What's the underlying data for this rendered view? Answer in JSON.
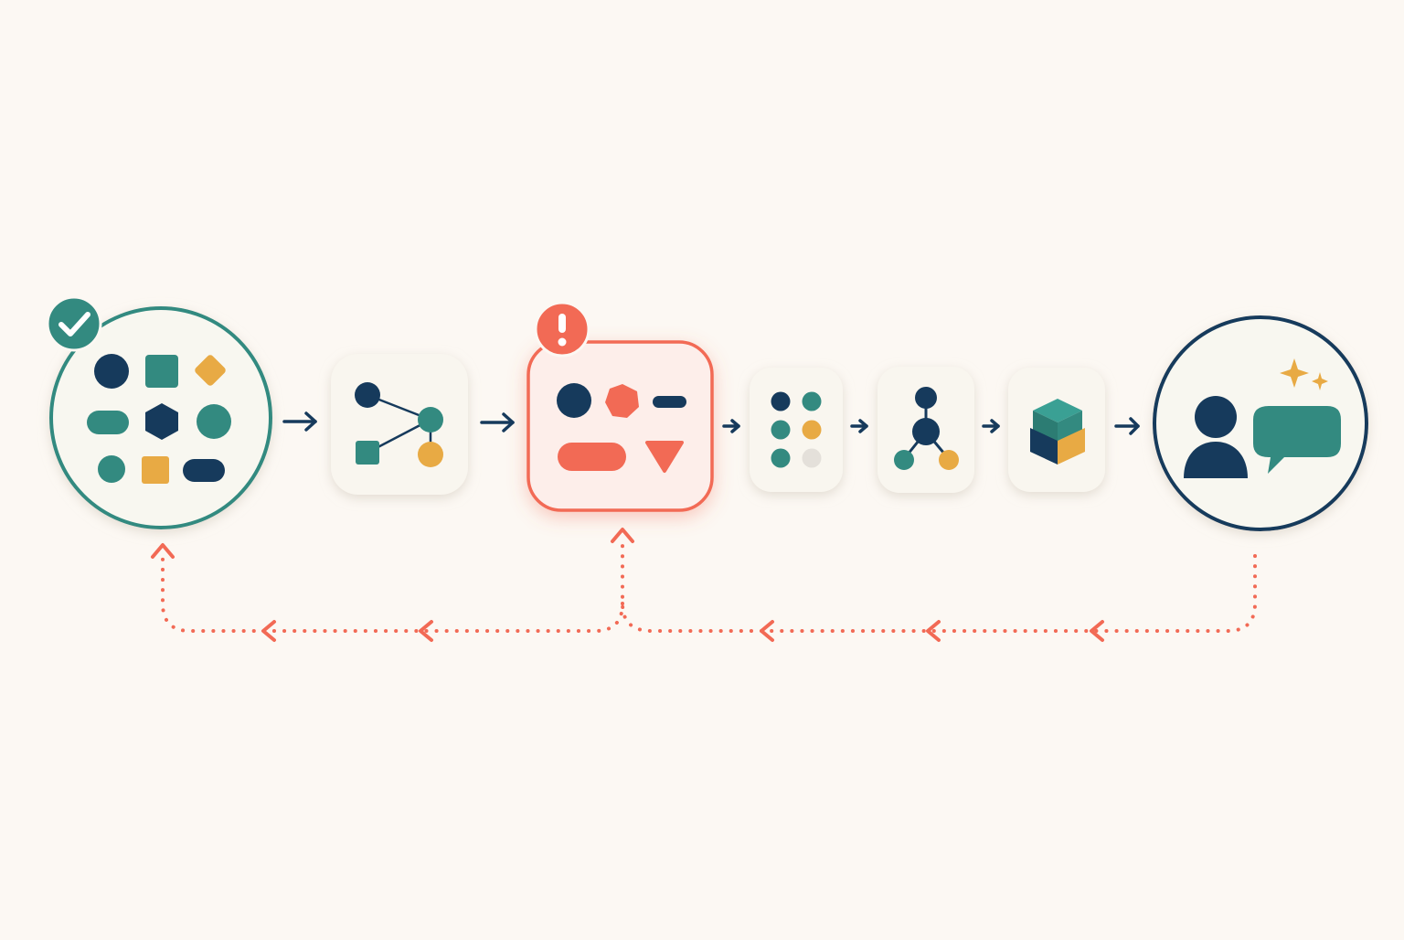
{
  "colors": {
    "background": "#fcf8f3",
    "navy": "#163a5c",
    "teal": "#338a80",
    "amber": "#e8aa44",
    "coral": "#f26a55",
    "card": "#f9f6ef",
    "card_shadow": "#e6e1d8",
    "error_tint": "#fdeeea",
    "light_gray": "#e4e0da"
  },
  "nodes": [
    {
      "id": "source",
      "shape": "circle",
      "icon": "component-library-icon",
      "status": "success",
      "status_icon": "checkmark-badge-icon"
    },
    {
      "id": "graph",
      "shape": "rounded-card",
      "icon": "node-graph-icon"
    },
    {
      "id": "process",
      "shape": "rounded-card",
      "icon": "shape-components-icon",
      "status": "error",
      "status_icon": "exclamation-badge-icon"
    },
    {
      "id": "grid",
      "shape": "rounded-card",
      "icon": "dot-grid-icon"
    },
    {
      "id": "hub",
      "shape": "rounded-card",
      "icon": "hub-network-icon"
    },
    {
      "id": "cube",
      "shape": "rounded-card",
      "icon": "cube-package-icon"
    },
    {
      "id": "user",
      "shape": "circle",
      "icon": "user-chat-icon",
      "accent_icon": "sparkle-icon"
    }
  ],
  "forward_edges": [
    {
      "from": "source",
      "to": "graph"
    },
    {
      "from": "graph",
      "to": "process"
    },
    {
      "from": "process",
      "to": "grid"
    },
    {
      "from": "grid",
      "to": "hub"
    },
    {
      "from": "hub",
      "to": "cube"
    },
    {
      "from": "cube",
      "to": "user"
    }
  ],
  "feedback_edges": [
    {
      "from": "user",
      "to": "process",
      "style": "dotted"
    },
    {
      "from": "user",
      "to": "source",
      "style": "dotted"
    }
  ]
}
